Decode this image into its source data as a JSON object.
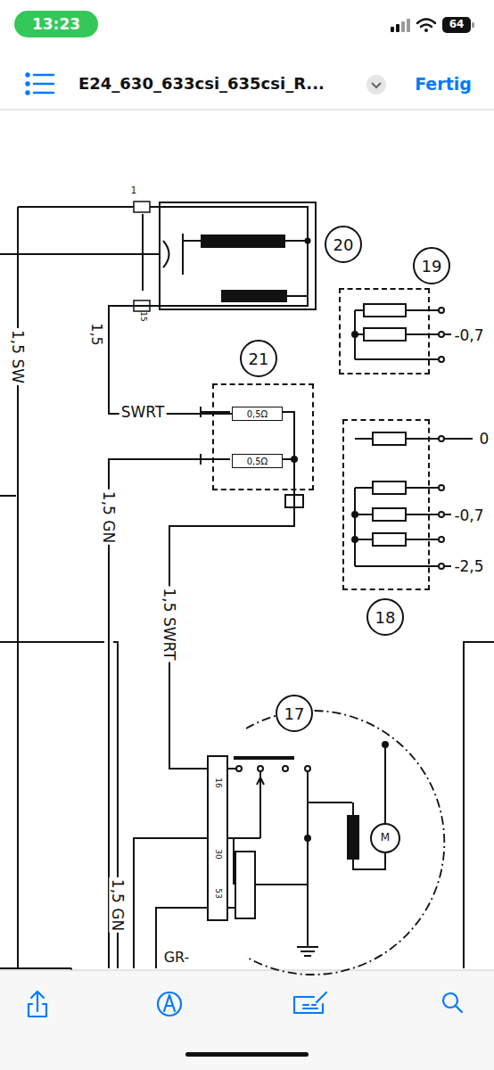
{
  "diagram": {
    "nodes": [
      {
        "text": [
          "20"
        ]
      },
      {
        "text": [
          "19"
        ]
      },
      {
        "text": [
          "21"
        ]
      },
      {
        "text": [
          "0,5Ω"
        ],
        "in": 2
      },
      {
        "text": [
          "0,5Ω"
        ],
        "in": 2
      },
      {
        "text": [
          "18"
        ]
      },
      {
        "text": [
          "17"
        ]
      }
    ],
    "edges": [
      {
        "from": 0,
        "to": 3,
        "arrow": "none",
        "label": "SWRT"
      },
      {
        "from": 2,
        "to": 6,
        "arrow": "none",
        "label": "1,5 SWRT"
      }
    ],
    "labels": [
      "13:23",
      "64",
      "E24_630_633csi_635csi_R...",
      "Fertig",
      "1",
      "15",
      "1,5 SW",
      "1,5",
      "1,5 GN",
      "-0,7",
      "0",
      "-0,7",
      "-2,5",
      "16",
      "30",
      "53",
      "1,5 GN",
      "GR-",
      "M"
    ]
  }
}
